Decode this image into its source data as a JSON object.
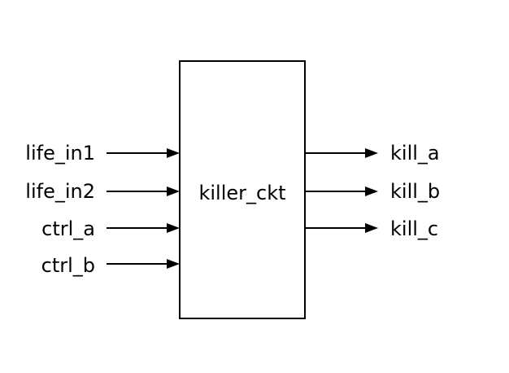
{
  "block": {
    "name": "killer_ckt"
  },
  "inputs": [
    {
      "label": "life_in1"
    },
    {
      "label": "life_in2"
    },
    {
      "label": "ctrl_a"
    },
    {
      "label": "ctrl_b"
    }
  ],
  "outputs": [
    {
      "label": "kill_a"
    },
    {
      "label": "kill_b"
    },
    {
      "label": "kill_c"
    }
  ],
  "colors": {
    "stroke": "#000000",
    "background": "#ffffff"
  }
}
